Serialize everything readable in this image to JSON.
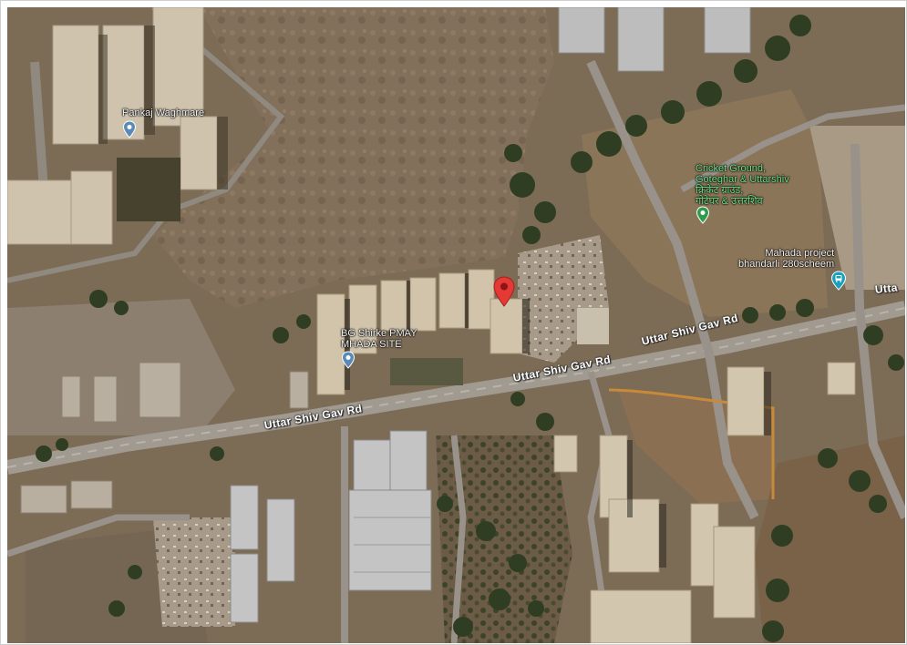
{
  "map": {
    "roads": [
      {
        "id": "upper",
        "label": "Uttar Shiv Gav Rd"
      },
      {
        "id": "middle",
        "label": "Uttar Shiv Gav Rd"
      },
      {
        "id": "lower",
        "label": "Uttar Shiv Gav Rd"
      },
      {
        "id": "edge",
        "label": "Utta"
      }
    ],
    "places": [
      {
        "id": "pankaj",
        "lines": [
          "Pankaj Waghmare"
        ]
      },
      {
        "id": "bg-shirke",
        "lines": [
          "BG Shirke PMAY",
          "MHADA SITE"
        ]
      },
      {
        "id": "cricket",
        "lines": [
          "Cricket Ground,",
          "Goteghar & Uttarshiv",
          "क्रिकेट ग्राउंड,",
          "गोटेघर & उत्तरशिव"
        ]
      },
      {
        "id": "mahada",
        "lines": [
          "Mahada project",
          "bhandarli 280scheem"
        ]
      }
    ],
    "colors": {
      "terrain": "#7c6b55",
      "dry_field": "#8a745a",
      "building_roof": "#cfc3ad",
      "warehouse_roof": "#bcbcbc",
      "road": "#9b958c",
      "tree": "#2f3e22",
      "selected_pin": "#e53935",
      "place_pin_blue": "#5c8ab6",
      "place_pin_green": "#2e9c4c",
      "transit_pin": "#1a9fbf",
      "label_green": "#6fe08a"
    },
    "icons": {
      "selected_pin": "map-pin-icon",
      "pankaj": "place-pin-icon",
      "bg-shirke": "place-pin-icon",
      "cricket": "park-pin-icon",
      "mahada": "transit-pin-icon"
    }
  }
}
